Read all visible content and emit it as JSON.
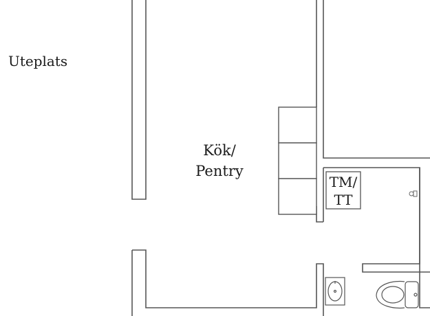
{
  "floorplan": {
    "labels": {
      "outdoor": "Uteplats",
      "kitchen_line1": "Kök/",
      "kitchen_line2": "Pentry",
      "appliance_line1": "TM/",
      "appliance_line2": "TT"
    },
    "fixtures": [
      "counter-cabinets",
      "washbasin",
      "toilet",
      "shower-drain"
    ],
    "colors": {
      "wall": "#555555",
      "line": "#333333",
      "background": "#ffffff"
    }
  }
}
